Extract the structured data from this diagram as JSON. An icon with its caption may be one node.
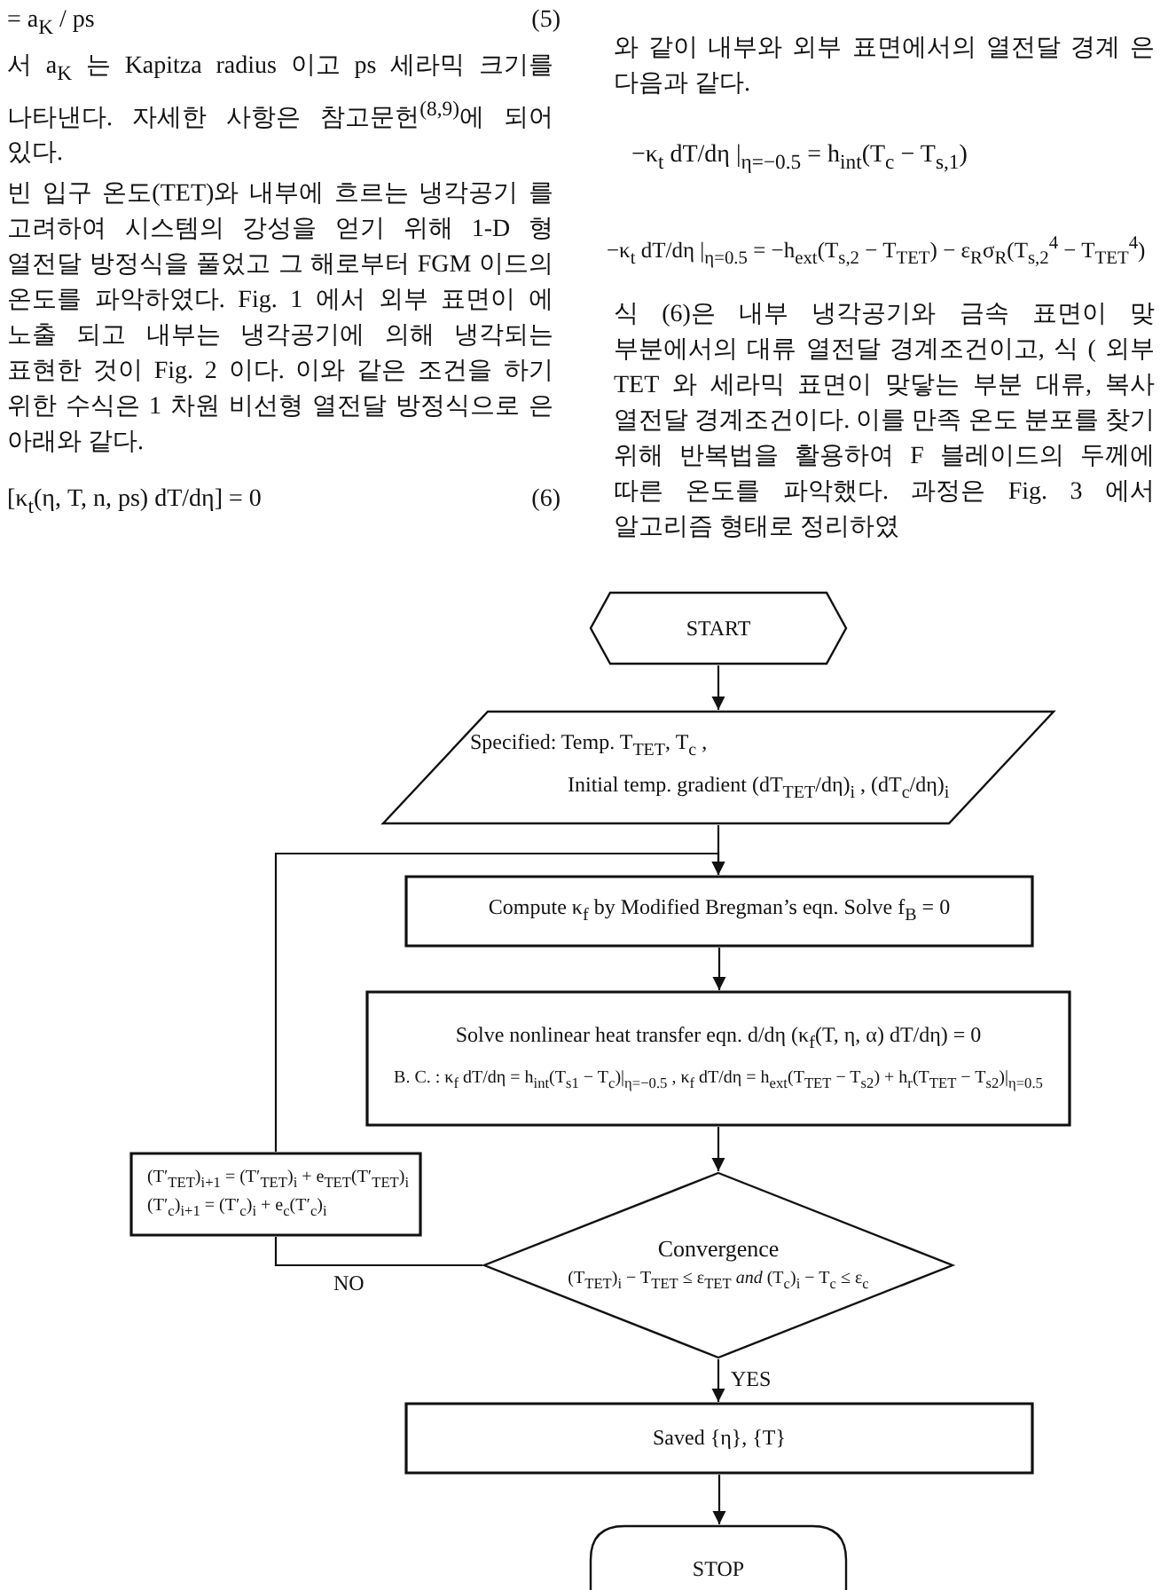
{
  "diagram": {
    "nodes": [
      {
        "text": [
          "START"
        ]
      },
      {
        "text": [
          "Specified: Temp. T$_{TET}$, T$_{c}$ ,",
          "Initial temp. gradient (dT$_{TET}$/dη)$_{i}$ , (dT$_{c}$/dη)$_{i}$"
        ]
      },
      {
        "text": [
          "Compute κ$_{f}$ by Modified Bregman’s eqn. Solve f$_{B}$ = 0"
        ]
      },
      {
        "text": [
          "Solve nonlinear heat transfer eqn. d/dη (κ$_{f}$(T, η, α) dT/dη) = 0",
          "B. C. : κ$_{f}$ dT/dη = h$_{int}$(T$_{s1}$ − T$_{c}$)|$_{η=−0.5}$ , κ$_{f}$ dT/dη = h$_{ext}$(T$_{TET}$ − T$_{s2}$) + h$_{r}$(T$_{TET}$ − T$_{s2}$)|$_{η=0.5}$"
        ]
      },
      {
        "text": [
          "Convergence",
          "(T$_{TET}$)$_{i}$ − T$_{TET}$ ≤ ε$_{TET}$ *and* (T$_{c}$)$_{i}$ − T$_{c}$ ≤ ε$_{c}$"
        ]
      },
      {
        "text": [
          "(T′$_{TET}$)$_{i+1}$ = (T′$_{TET}$)$_{i}$ + e$_{TET}$(T′$_{TET}$)$_{i}$",
          "(T′$_{c}$)$_{i+1}$ = (T′$_{c}$)$_{i}$ + e$_{c}$(T′$_{c}$)$_{i}$"
        ]
      },
      {
        "text": [
          "Saved {η}, {T}"
        ]
      },
      {
        "text": [
          "STOP"
        ]
      }
    ],
    "edges": [
      {
        "from": 0,
        "to": 1,
        "arrow": "to"
      },
      {
        "from": 1,
        "to": 2,
        "arrow": "to"
      },
      {
        "from": 2,
        "to": 3,
        "arrow": "to"
      },
      {
        "from": 3,
        "to": 4,
        "arrow": "to"
      },
      {
        "from": 4,
        "to": 6,
        "arrow": "to",
        "label": "YES"
      },
      {
        "from": 6,
        "to": 7,
        "arrow": "to"
      },
      {
        "from": 4,
        "to": 5,
        "arrow": "none",
        "label": "NO"
      },
      {
        "from": 5,
        "to": 2,
        "arrow": "to"
      }
    ],
    "labels": [
      "= a$_{K}$ / ps",
      "(5)",
      "서 a$_{K}$ 는 Kapitza radius 이고 ps 세라믹 크기를 나타낸다. 자세한 사항은 참고문헌$^{(8,9)}$에 되어 있다.",
      "빈 입구 온도(TET)와 내부에 흐르는 냉각공기 를 고려하여 시스템의 강성을 얻기 위해 1-D 형 열전달 방정식을 풀었고 그 해로부터 FGM 이드의 온도를 파악하였다. Fig. 1 에서 외부 표면이 에 노출 되고 내부는 냉각공기에 의해 냉각되는 표현한 것이 Fig. 2 이다. 이와 같은 조건을 하기 위한 수식은 1 차원 비선형 열전달 방정식으로 은 아래와 같다.",
      "[κ$_{t}$(η, T, n, ps) dT/dη] = 0",
      "(6)",
      "와 같이 내부와 외부 표면에서의 열전달 경계 은 다음과 같다.",
      "−κ$_{t}$ dT/dη |$_{η=−0.5}$ = h$_{int}$(T$_{c}$ − T$_{s,1}$)",
      "−κ$_{t}$ dT/dη |$_{η=0.5}$ = −h$_{ext}$(T$_{s,2}$ − T$_{TET}$) − ε$_{R}$σ$_{R}$(T$_{s,2}$$^{4}$ − T$_{TET}$$^{4}$)",
      "식 (6)은 내부 냉각공기와 금속 표면이 맞 부분에서의 대류 열전달 경계조건이고, 식 ( 외부 TET 와 세라믹 표면이 맞닿는 부분 대류, 복사 열전달 경계조건이다. 이를 만족 온도 분포를 찾기 위해 반복법을 활용하여 F 블레이드의 두께에 따른 온도를 파악했다. 과정은 Fig. 3 에서 알고리즘 형태로 정리하였"
    ]
  }
}
